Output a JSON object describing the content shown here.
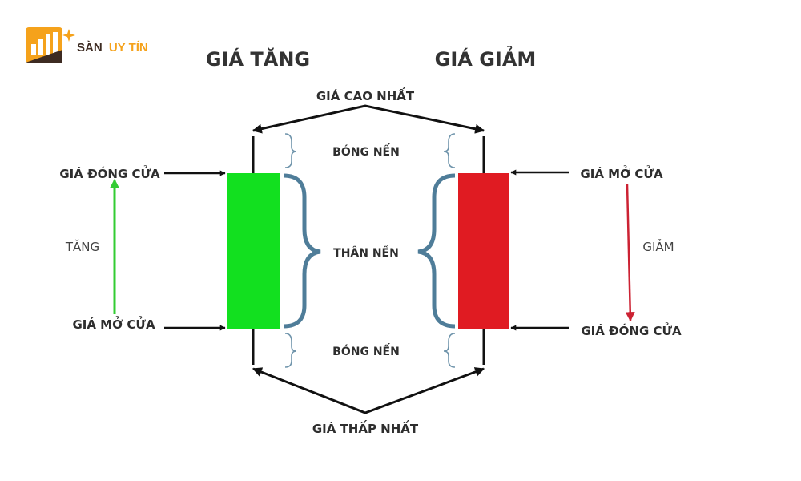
{
  "logo": {
    "brand_prefix": "SÀN",
    "brand_suffix": "UY TÍN"
  },
  "titles": {
    "bullish": "GIÁ TĂNG",
    "bearish": "GIÁ GIẢM"
  },
  "labels": {
    "highest_price": "GIÁ CAO NHẤT",
    "lowest_price": "GIÁ THẤP NHẤT",
    "upper_shadow": "BÓNG NẾN",
    "lower_shadow": "BÓNG NẾN",
    "body": "THÂN NẾN"
  },
  "bullish": {
    "close_label": "GIÁ ĐÓNG CỬA",
    "open_label": "GIÁ MỞ CỬA",
    "direction_label": "TĂNG"
  },
  "bearish": {
    "open_label": "GIÁ MỞ CỬA",
    "close_label": "GIÁ ĐÓNG CỬA",
    "direction_label": "GIẢM"
  },
  "colors": {
    "bullish_body": "#12e01f",
    "bearish_body": "#e01b22",
    "bracket": "#4f7d99",
    "up_arrow": "#33cc33",
    "down_arrow": "#cc2233",
    "logo_orange": "#f5a21b",
    "logo_dark": "#3d2b22"
  }
}
